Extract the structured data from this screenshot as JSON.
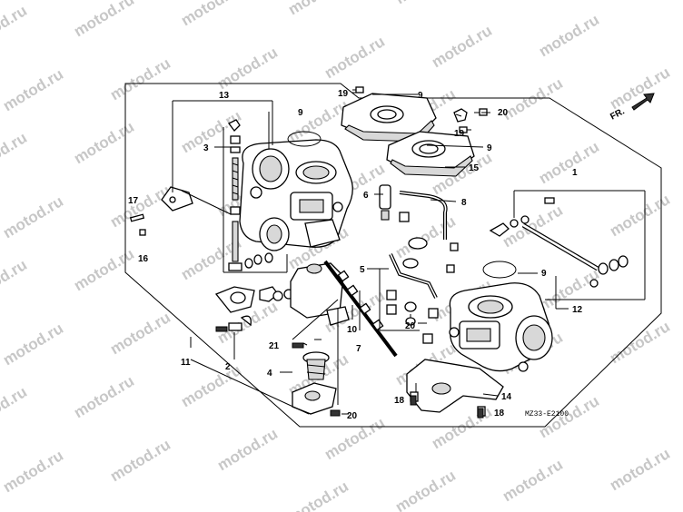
{
  "watermark": "motod.ru",
  "diagram_code": "MZ33-E2100",
  "front_marker": "FR.",
  "callouts": [
    {
      "id": "c1",
      "text": "1"
    },
    {
      "id": "c2",
      "text": "2"
    },
    {
      "id": "c3",
      "text": "3"
    },
    {
      "id": "c4",
      "text": "4"
    },
    {
      "id": "c5",
      "text": "5"
    },
    {
      "id": "c6",
      "text": "6"
    },
    {
      "id": "c7",
      "text": "7"
    },
    {
      "id": "c8",
      "text": "8"
    },
    {
      "id": "c9a",
      "text": "9"
    },
    {
      "id": "c9b",
      "text": "9"
    },
    {
      "id": "c9c",
      "text": "9"
    },
    {
      "id": "c9d",
      "text": "9"
    },
    {
      "id": "c10",
      "text": "10"
    },
    {
      "id": "c11",
      "text": "11"
    },
    {
      "id": "c12",
      "text": "12"
    },
    {
      "id": "c13",
      "text": "13"
    },
    {
      "id": "c14",
      "text": "14"
    },
    {
      "id": "c15",
      "text": "15"
    },
    {
      "id": "c16",
      "text": "16"
    },
    {
      "id": "c17",
      "text": "17"
    },
    {
      "id": "c18a",
      "text": "18"
    },
    {
      "id": "c18b",
      "text": "18"
    },
    {
      "id": "c19a",
      "text": "19"
    },
    {
      "id": "c19b",
      "text": "19"
    },
    {
      "id": "c20a",
      "text": "20"
    },
    {
      "id": "c20b",
      "text": "20"
    },
    {
      "id": "c20c",
      "text": "20"
    },
    {
      "id": "c21",
      "text": "21"
    }
  ]
}
